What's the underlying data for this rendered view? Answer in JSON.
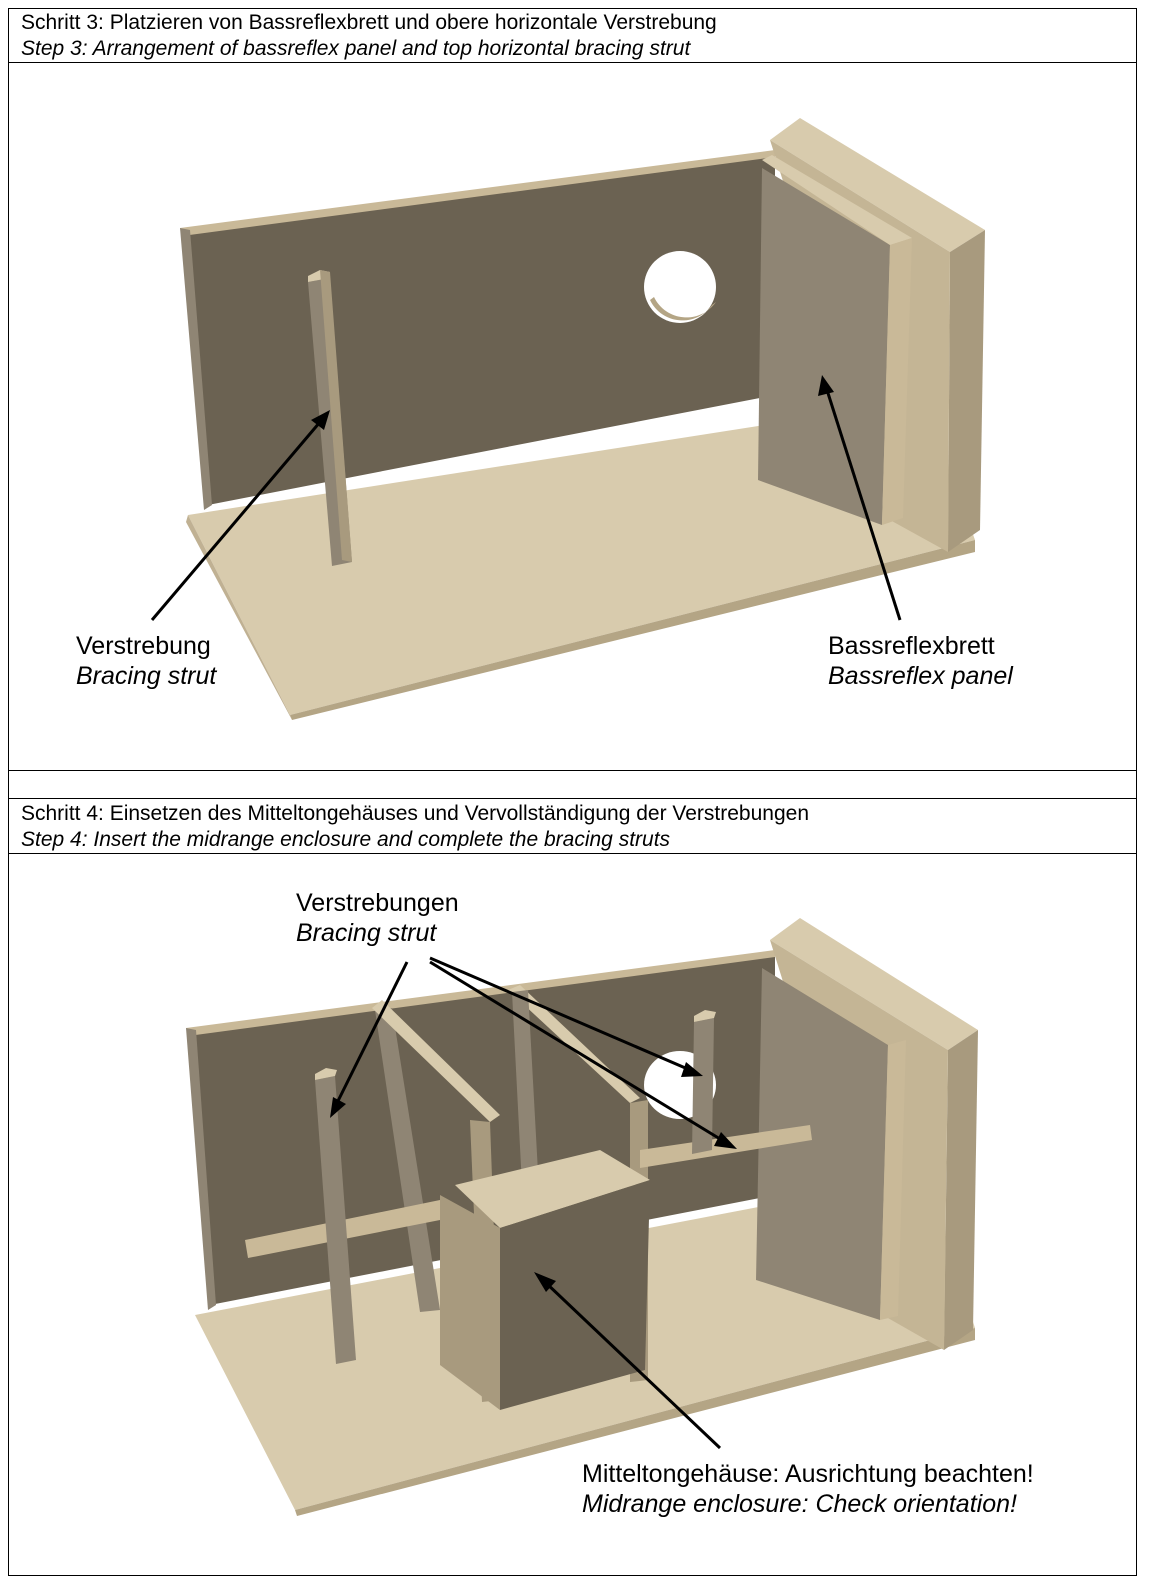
{
  "step3": {
    "title_de": "Schritt 3: Platzieren von Bassreflexbrett und obere horizontale Verstrebung",
    "title_en": "Step 3: Arrangement of bassreflex panel and top horizontal bracing strut",
    "labels": {
      "strut_de": "Verstrebung",
      "strut_en": "Bracing strut",
      "panel_de": "Bassreflexbrett",
      "panel_en": "Bassreflex panel"
    }
  },
  "step4": {
    "title_de": "Schritt 4: Einsetzen des Mitteltongehäuses und Vervollständigung der Verstrebungen",
    "title_en": "Step 4: Insert the midrange enclosure and complete the bracing struts",
    "labels": {
      "struts_de": "Verstrebungen",
      "struts_en": "Bracing strut",
      "midrange_de": "Mitteltongehäuse: Ausrichtung beachten!",
      "midrange_en": "Midrange enclosure: Check orientation!"
    }
  },
  "colors": {
    "wood_light": "#c9b998",
    "wood_top": "#d8cbad",
    "wood_dark": "#6b6252",
    "wood_mid": "#8f8574",
    "border": "#000000"
  }
}
